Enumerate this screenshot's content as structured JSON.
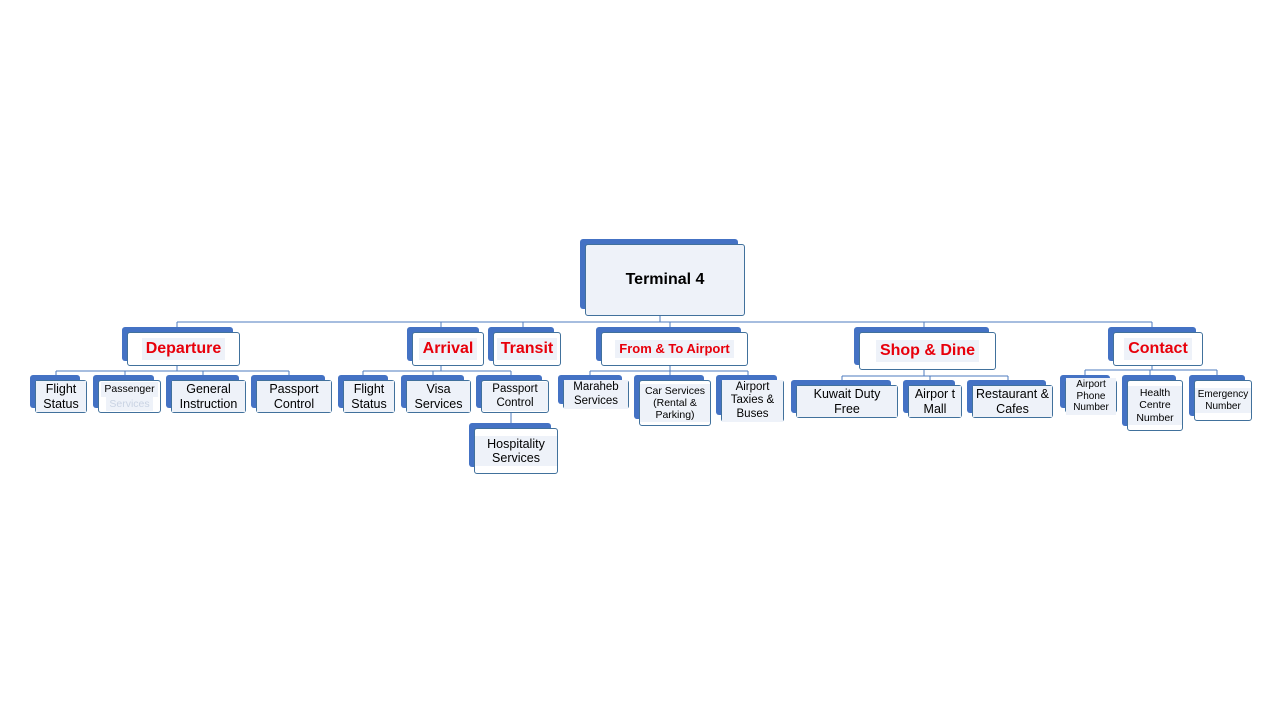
{
  "root": {
    "label": "Terminal 4"
  },
  "categories": {
    "departure": {
      "label": "Departure",
      "items": {
        "flight_status": "Flight Status",
        "passenger": "Passenger",
        "passenger_faded": "Services",
        "general_instruction": "General Instruction",
        "passport_control": "Passport Control"
      }
    },
    "arrival": {
      "label": "Arrival",
      "items": {
        "flight_status": "Flight Status",
        "visa_services": "Visa Services",
        "passport_control": "Passport Control",
        "hospitality_services": "Hospitality Services"
      }
    },
    "transit": {
      "label": "Transit"
    },
    "from_to_airport": {
      "label": "From & To Airport",
      "items": {
        "maraheb_services": "Maraheb Services",
        "car_services": "Car Services (Rental & Parking)",
        "airport_taxies": "Airport Taxies & Buses"
      }
    },
    "shop_dine": {
      "label": "Shop & Dine",
      "items": {
        "kuwait_duty_free": "Kuwait Duty Free",
        "airport_mall": "Airpor t Mall",
        "restaurant_cafes": "Restaurant & Cafes"
      }
    },
    "contact": {
      "label": "Contact",
      "items": {
        "airport_phone": "Airport Phone Number",
        "health_centre": "Health Centre Number",
        "emergency": "Emergency Number"
      }
    }
  },
  "colors": {
    "box_shadow": "#4472c4",
    "box_border": "#41719c",
    "box_fill": "#eef2f9",
    "category_text": "#e8000b",
    "connector": "#4d7bbf"
  }
}
